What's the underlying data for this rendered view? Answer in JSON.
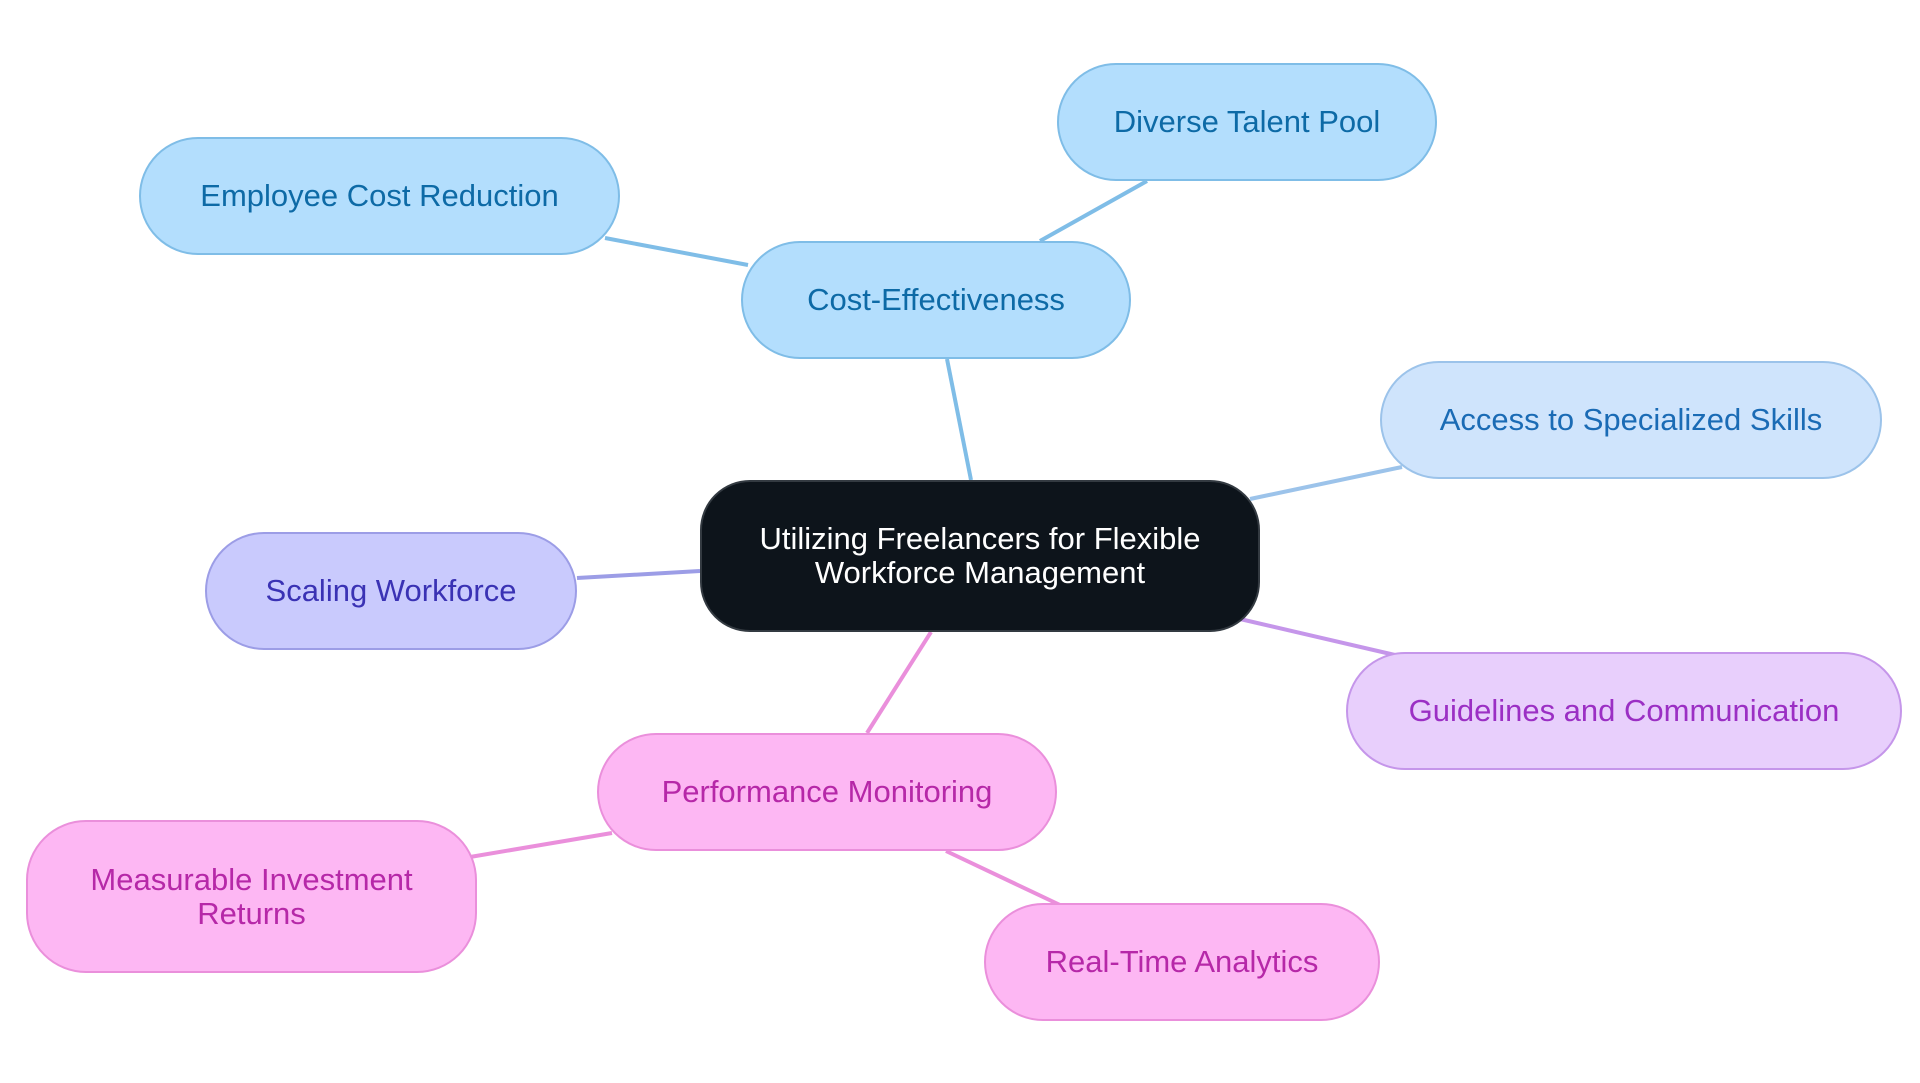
{
  "diagram": {
    "type": "mind-map",
    "root": {
      "label_line1": "Utilizing Freelancers for Flexible",
      "label_line2": "Workforce Management"
    },
    "branches": {
      "cost": {
        "label": "Cost-Effectiveness",
        "children": {
          "employee": {
            "label": "Employee Cost Reduction"
          },
          "diverse": {
            "label": "Diverse Talent Pool"
          }
        }
      },
      "access": {
        "label": "Access to Specialized Skills"
      },
      "scaling": {
        "label": "Scaling Workforce"
      },
      "guidelines": {
        "label": "Guidelines and Communication"
      },
      "performance": {
        "label": "Performance Monitoring",
        "children": {
          "measurable": {
            "label_line1": "Measurable Investment",
            "label_line2": "Returns"
          },
          "realtime": {
            "label": "Real-Time Analytics"
          }
        }
      }
    },
    "colors": {
      "root_fill": "#0d141b",
      "blue_fill": "#b3defd",
      "light_blue_fill": "#cfe4fc",
      "indigo_fill": "#c9cafd",
      "violet_fill": "#e8cffc",
      "pink_fill": "#fdb7f3",
      "edge_blue": "#7fbde7",
      "edge_light_blue": "#9cc3ea",
      "edge_indigo": "#9c9de6",
      "edge_violet": "#c596ea",
      "edge_pink": "#ea8fdb"
    }
  }
}
